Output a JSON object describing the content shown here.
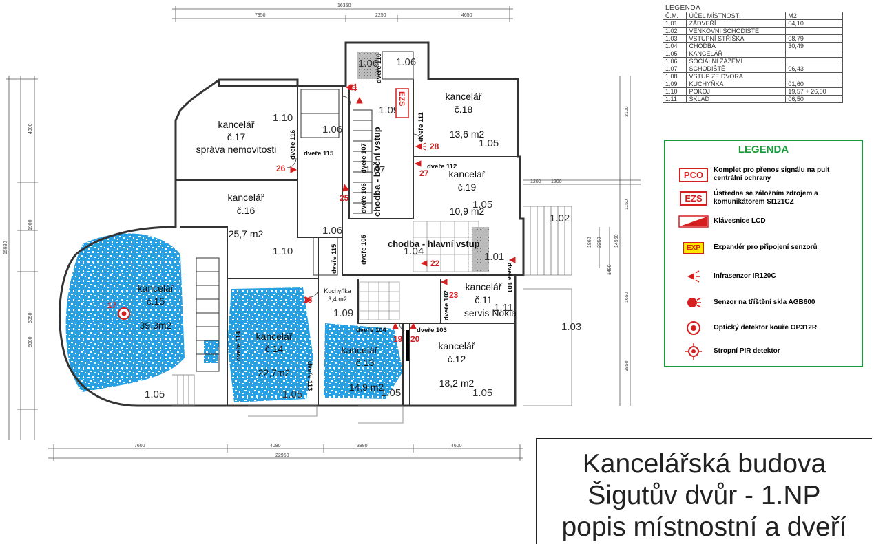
{
  "title_lines": [
    "Kancelářská budova",
    "Šigutův dvůr - 1.NP",
    "popis místnostní a dveří"
  ],
  "dimensions": {
    "top_total": "16350",
    "top": [
      "7950",
      "2250",
      "4650"
    ],
    "bottom_total": "22950",
    "bottom": [
      "7600",
      "4080",
      "3880",
      "4600"
    ],
    "left": [
      "4000",
      "1900",
      "6050",
      "5000"
    ],
    "left_total": "15980",
    "right": [
      "3100",
      "1200",
      "1150",
      "14950",
      "1860",
      "2250",
      "1490",
      "1650",
      "3850"
    ],
    "right_small": "1200"
  },
  "rooms": [
    {
      "id": "k17",
      "lines": [
        "kancelář",
        "č.17",
        "správa nemovitosti"
      ],
      "code": "1.10"
    },
    {
      "id": "k16",
      "lines": [
        "kancelář",
        "č.16",
        "",
        "25,7 m2"
      ],
      "code": "1.06"
    },
    {
      "id": "k16b",
      "code": "1.10"
    },
    {
      "id": "k15",
      "lines": [
        "kancelář",
        "č.15",
        "",
        "39,3m2"
      ],
      "code": "1.05"
    },
    {
      "id": "k14",
      "lines": [
        "kancelář",
        "č.14",
        "",
        "22,7m2"
      ],
      "code": "1.05"
    },
    {
      "id": "k13",
      "lines": [
        "kancelář",
        "č.13",
        "14,9 m2"
      ],
      "code": "1.05"
    },
    {
      "id": "k12",
      "lines": [
        "kancelář",
        "č.12",
        "",
        "18,2 m2"
      ],
      "code": "1.05"
    },
    {
      "id": "k18",
      "lines": [
        "kancelář",
        "č.18",
        "",
        "13,6 m2"
      ],
      "code": "1.05"
    },
    {
      "id": "k19",
      "lines": [
        "kancelář",
        "č.19",
        "",
        "10,9 m2"
      ],
      "code": "1.05"
    },
    {
      "id": "k11",
      "lines": [
        "kancelář",
        "č.11",
        "servis Nokia"
      ],
      "code": "1.11"
    },
    {
      "id": "kuch",
      "lines": [
        "Kuchyňka",
        "3,4 m2"
      ],
      "code": "1.09"
    }
  ],
  "room_codes": {
    "c106a": "1.06",
    "c106b": "1.06",
    "c106c": "1.06",
    "c107": "1.07",
    "c104": "1.04",
    "c101": "1.01",
    "c102": "1.02",
    "c103": "1.03",
    "c109": "1.09"
  },
  "corridors": {
    "side": "chodba - boční vstup",
    "main": "chodba - hlavní vstup"
  },
  "doors": [
    "dveře 110",
    "dveře 116",
    "dveře 115",
    "dveře 107",
    "dveře 111",
    "dveře 112",
    "dveře 106",
    "dveře 105",
    "dveře 115",
    "dveře 114",
    "dveře 113",
    "dveře 104",
    "dveře 103",
    "dveře 102",
    "dveře 101"
  ],
  "sensors": [
    "21",
    "28",
    "26",
    "27",
    "25",
    "22",
    "17",
    "18",
    "23",
    "19",
    "20"
  ],
  "ezs_label": "EZS",
  "legend_table": {
    "title": "LEGENDA",
    "header": [
      "Č.M.",
      "ÚČEL MÍSTNOSTI",
      "M2"
    ],
    "rows": [
      [
        "1.01",
        "ZÁDVEŘÍ",
        "04,10"
      ],
      [
        "1.02",
        "VENKOVNÍ SCHODIŠTĚ",
        ""
      ],
      [
        "1.03",
        "VSTUPNÍ STŘÍŠKA",
        "08,79"
      ],
      [
        "1.04",
        "CHODBA",
        "30,49"
      ],
      [
        "1.05",
        "KANCELÁŘ",
        ""
      ],
      [
        "1.06",
        "SOCIÁLNÍ ZÁZEMÍ",
        ""
      ],
      [
        "1.07",
        "SCHODIŠTĚ",
        "06,43"
      ],
      [
        "1.08",
        "VSTUP ZE DVORA",
        ""
      ],
      [
        "1.09",
        "KUCHYŇKA",
        "01,60"
      ],
      [
        "1.10",
        "POKOJ",
        "19,57 + 26,00"
      ],
      [
        "1.11",
        "SKLAD",
        "06,50"
      ]
    ]
  },
  "legend": {
    "title": "LEGENDA",
    "items": [
      {
        "symbol": "PCO",
        "icon": "pco-box",
        "text": "Komplet pro přenos signálu na pult centrální ochrany"
      },
      {
        "symbol": "EZS",
        "icon": "ezs-box",
        "text": "Ústředna se záložním zdrojem a komunikátorem SI121CZ"
      },
      {
        "icon": "keypad-icon",
        "text": "Klávesnice LCD"
      },
      {
        "symbol": "EXP",
        "icon": "exp-box",
        "text": "Expandér pro připojení senzorů"
      },
      {
        "icon": "ir-sensor-icon",
        "text": "Infrasenzor IR120C"
      },
      {
        "icon": "glass-sensor-icon",
        "text": "Senzor na tříštění skla AGB600"
      },
      {
        "icon": "smoke-detector-icon",
        "text": "Optický detektor kouře OP312R"
      },
      {
        "icon": "ceiling-pir-icon",
        "text": "Stropní PIR detektor"
      }
    ]
  },
  "colors": {
    "legend_border": "#1a9a3a",
    "sensor_red": "#d42020",
    "pattern_blue": "#1e9be0",
    "wall": "#333333"
  }
}
